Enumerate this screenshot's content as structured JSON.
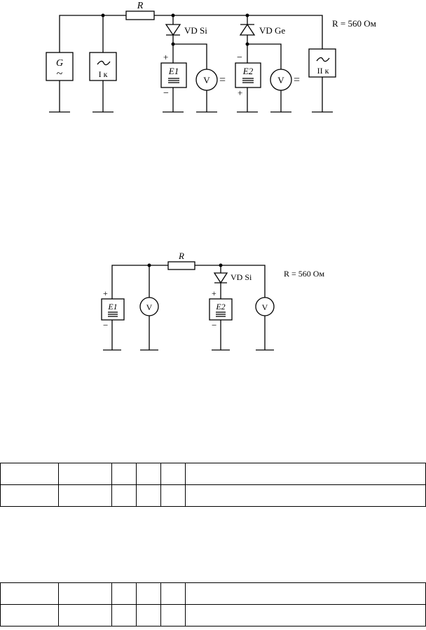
{
  "circuit1": {
    "resistor_label": "R",
    "resistance_note": "R = 560 Ом",
    "generator_letter": "G",
    "generator_wave": "~",
    "scope1_label": "I к",
    "scope2_label": "II к",
    "diode1_label": "VD Si",
    "diode2_label": "VD Ge",
    "source1_label": "E1",
    "source2_label": "E2",
    "voltmeter_label": "V",
    "dc_symbol": "=",
    "plus": "+",
    "minus": "−"
  },
  "circuit2": {
    "resistor_label": "R",
    "resistance_note": "R = 560 Ом",
    "diode_label": "VD Si",
    "source1_label": "E1",
    "source2_label": "E2",
    "voltmeter_label": "V",
    "plus": "+",
    "minus": "−"
  },
  "tables": [
    {
      "rows": 2,
      "cols": 6
    },
    {
      "rows": 2,
      "cols": 6
    }
  ]
}
